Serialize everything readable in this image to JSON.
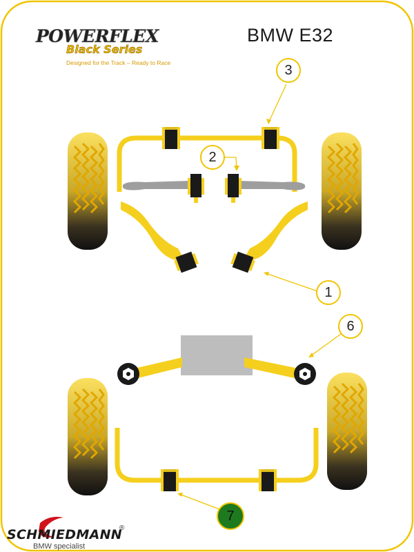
{
  "title": "BMW E32",
  "logo": {
    "main": "POWERFLEX",
    "sub": "Black Series",
    "tagline": "Designed for the Track – Ready to Race"
  },
  "callouts": {
    "c1": "1",
    "c2": "2",
    "c3": "3",
    "c6": "6",
    "c7": "7"
  },
  "brand": {
    "name": "SCHMIEDMANN",
    "reg": "®",
    "sub": "BMW specialist"
  },
  "colors": {
    "frame": "#f0c400",
    "bar": "#f5cf1e",
    "bush": "#1a1a1a",
    "subframe": "#bdbdbd",
    "callout7": "#1e7a1e",
    "brand_accent": "#d0121b"
  }
}
